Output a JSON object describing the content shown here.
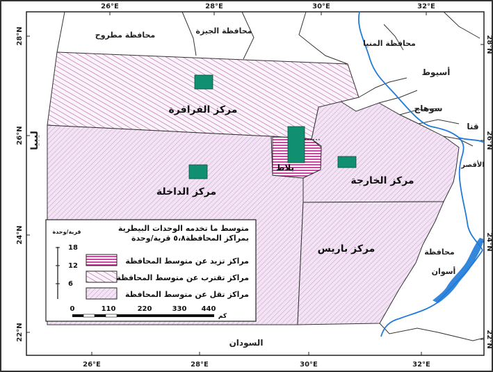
{
  "grid": {
    "lon_top": [
      "26°E",
      "28°E",
      "30°E",
      "32°E"
    ],
    "lon_bottom": [
      "26°E",
      "28°E",
      "30°E",
      "32°E"
    ],
    "lat_left": [
      "28°N",
      "26°N",
      "24°N",
      "22°N"
    ],
    "lat_right": [
      "28°N",
      "26°N",
      "24°N",
      "22°N"
    ]
  },
  "labels": {
    "matrouh": "محافظة مطروح",
    "giza": "محافظة الجيزة",
    "minya": "محافظة المنيا",
    "assiut": "أسيوط",
    "sohag": "سوهاج",
    "qena": "قنا",
    "luxor": "الأقصر",
    "aswan_1": "محافظة",
    "aswan_2": "أسوان",
    "libya": "ليبيا",
    "sudan": "السودان"
  },
  "centers": {
    "farafra": "مركز الفرافرة",
    "dakhla": "مركز الداخلة",
    "kharga": "مركز الخارجة",
    "balat": "بلاط",
    "paris": "مركز باريس"
  },
  "legend": {
    "title_1": "متوسط ما تخدمه الوحدات البيطرية",
    "title_2": "بمراكز المحافظة٥،٨ قرية/وحدة",
    "items": [
      "مراكز تزيد عن متوسط المحافظة",
      "مراكز تقترب عن متوسط المحافظة",
      "مراكز تقل عن متوسط المحافظة"
    ],
    "axis_unit": "قرية/وحدة",
    "ticks": [
      "18",
      "12",
      "6"
    ]
  },
  "scalebar": {
    "ticks": [
      "0",
      "110",
      "220",
      "330",
      "440"
    ],
    "unit": "كم"
  },
  "colors": {
    "above": "#c21b8c",
    "near": "#b64aa6",
    "below": "#cfa4d6",
    "unit_marker": "#109070",
    "river": "#1f7ad8",
    "border": "#222222"
  }
}
